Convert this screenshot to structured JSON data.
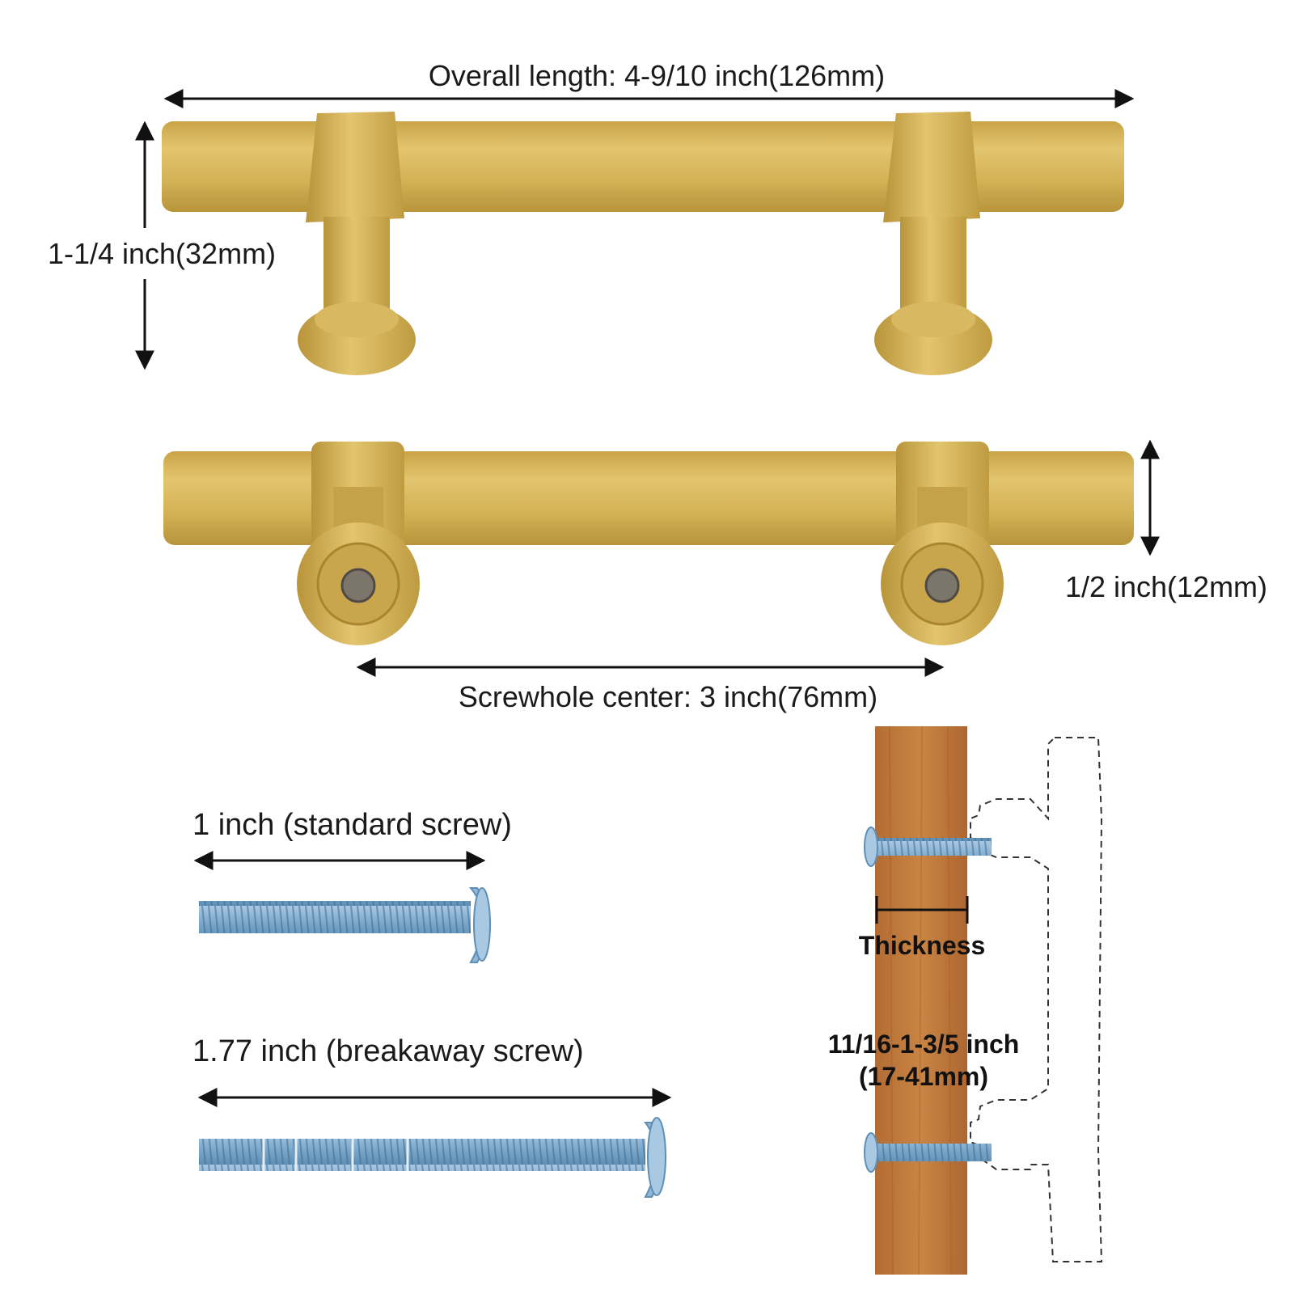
{
  "colors": {
    "gold": "#d2b054",
    "gold_light": "#e8cd7c",
    "gold_dark": "#b8943a",
    "wood": "#c27a3e",
    "wood_dark": "#a9652d",
    "screw": "#8fb6d6",
    "screw_dark": "#5f8fb5",
    "ink": "#111111"
  },
  "labels": {
    "overall_length": "Overall length: 4-9/10 inch(126mm)",
    "height": "1-1/4 inch(32mm)",
    "diameter": "1/2 inch(12mm)",
    "screwhole_center": "Screwhole center: 3 inch(76mm)",
    "standard_screw": "1 inch (standard screw)",
    "breakaway_screw": "1.77 inch (breakaway screw)",
    "thickness": "Thickness",
    "thickness_range_line1": "11/16-1-3/5 inch",
    "thickness_range_line2": "(17-41mm)"
  }
}
